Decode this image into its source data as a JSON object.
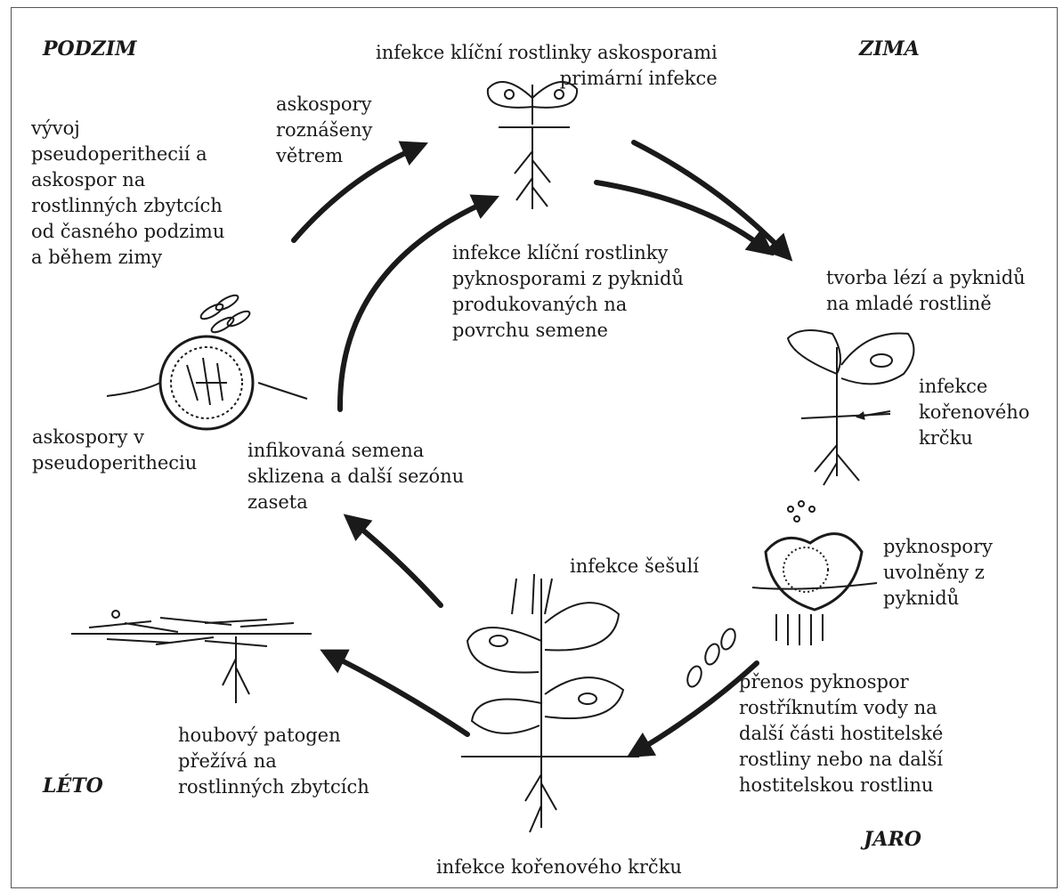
{
  "seasons": {
    "autumn": "PODZIM",
    "winter": "ZIMA",
    "summer": "LÉTO",
    "spring": "JARO"
  },
  "labels": {
    "seedling_ascospores": "infekce klíční rostlinky askosporami\nprimární infekce",
    "ascospores_wind": "askospory\nroznášeny\nvětrem",
    "pseudothecia_development": "vývoj\npseudoperithecií a\naskospor na\nrostlinných zbytcích\nod časného podzimu\na během zimy",
    "seedling_pycnospores": "infekce klíční rostlinky\npyknosporami z pyknidů\nprodukovaných na\npovrchu semene",
    "lesions_pycnidia": "tvorba lézí a pyknidů\nna mladé rostlině",
    "root_collar_infection_right": "infekce\nkořenového\nkrčku",
    "ascospores_in_pseudothecium": "askospory v\npseudoperitheciu",
    "infected_seeds": "infikovaná semena\nsklizena a další sezónu\nzaseta",
    "pod_infection": "infekce šešulí",
    "pycnospores_released": "pyknospory\nuvolněny z\npyknidů",
    "pycnospore_transfer": "přenos pyknospor\nrostříknutím vody na\ndalší části hostitelské\nrostliny nebo na další\nhostitelskou rostlinu",
    "fungus_survives": "houbový patogen\npřežívá na\nrostlinných zbytcích",
    "root_collar_infection_bottom": "infekce kořenového krčku"
  },
  "colors": {
    "ink": "#1a1a1a",
    "frame": "#555555"
  }
}
